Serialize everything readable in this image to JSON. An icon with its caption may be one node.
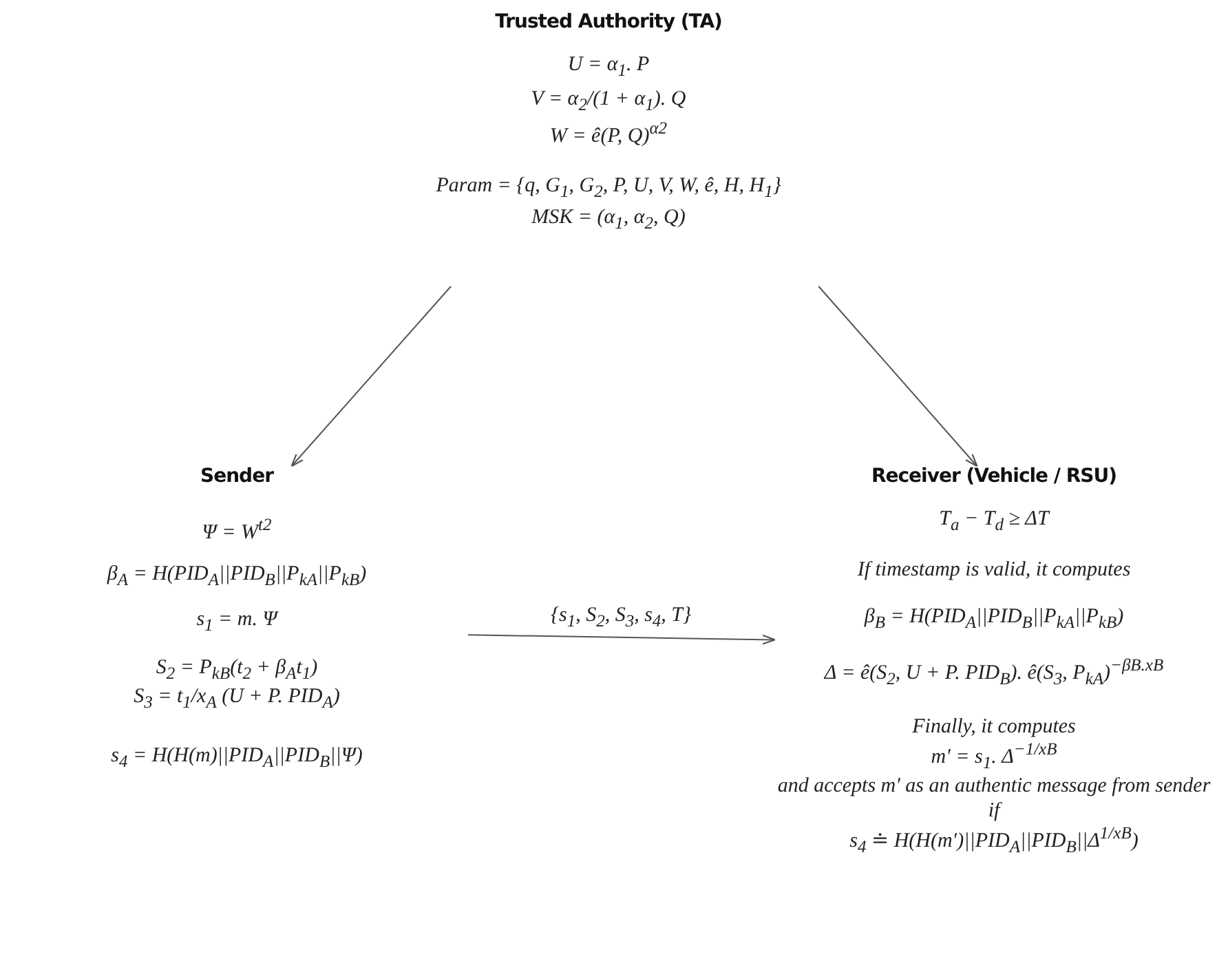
{
  "diagram": {
    "nodes": [
      {
        "text": [
          "Trusted Authority (TA)",
          "U = α$_{1}$. P",
          "V = α$_{2}$/(1 + α$_{1}$). Q",
          "W = ê(P, Q)$^{α2}$",
          "Param = {q, G$_{1}$, G$_{2}$, P, U, V, W, ê, H,  H$_{1}$}",
          "MSK = (α$_{1}$, α$_{2}$, Q)"
        ]
      },
      {
        "text": [
          "Sender",
          "Ψ = W$^{t2}$",
          "β$_{A}$ = H(PID$_{A}$||PID$_{B}$||P$_{kA}$||P$_{kB}$)",
          "s$_{1}$ = m. Ψ",
          "S$_{2}$ = P$_{kB}$(t$_{2}$ + β$_{A}$t$_{1}$)",
          "S$_{3}$ = t$_{1}$/x$_{A}$ (U + P. PID$_{A}$)",
          "s$_{4}$ = H(H(m)||PID$_{A}$||PID$_{B}$||Ψ)"
        ]
      },
      {
        "text": [
          "Receiver (Vehicle / RSU)",
          "T$_{a}$ − T$_{d}$ ≥ ΔT",
          "If timestamp is valid, it computes",
          "β$_{B}$ = H(PID$_{A}$||PID$_{B}$||P$_{kA}$||P$_{kB}$)",
          "Δ = ê(S$_{2}$, U + P. PID$_{B}$). ê(S$_{3}$, P$_{kA}$)$^{−βB.xB}$",
          "Finally, it computes",
          "m′ = s$_{1}$. Δ$^{−1/xB}$",
          "and accepts m′ as an authentic message from sender if",
          "s$_{4}$ ≐ H(H(m′)||PID$_{A}$||PID$_{B}$||Δ$^{1/xB}$)"
        ]
      }
    ],
    "edges": [
      {
        "from": 0,
        "to": 1,
        "arrow": "to"
      },
      {
        "from": 0,
        "to": 2,
        "arrow": "to"
      },
      {
        "from": 1,
        "to": 2,
        "arrow": "to",
        "label": "{s$_{1}$, S$_{2}$, S$_{3}$, s$_{4}$, T}"
      }
    ]
  }
}
